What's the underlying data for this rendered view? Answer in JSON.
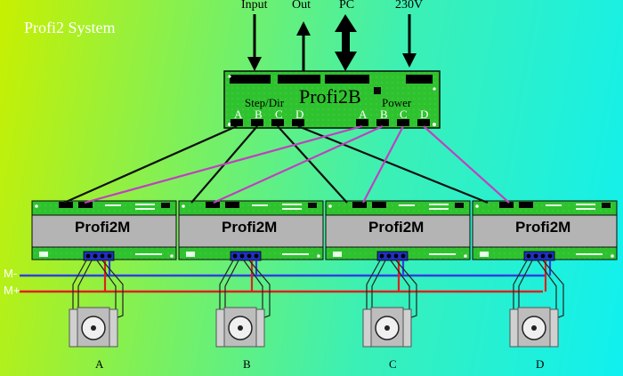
{
  "title": "Profi2 System",
  "top_labels": {
    "input": "Input",
    "out": "Out",
    "pc": "PC",
    "power_230v": "230V"
  },
  "hub": {
    "name": "Profi2B",
    "step_dir_label": "Step/Dir",
    "power_label": "Power",
    "step_dir_ports": [
      "A",
      "B",
      "C",
      "D"
    ],
    "power_ports": [
      "A",
      "B",
      "C",
      "D"
    ]
  },
  "drivers": [
    {
      "name": "Profi2M",
      "motor_label": "A"
    },
    {
      "name": "Profi2M",
      "motor_label": "B"
    },
    {
      "name": "Profi2M",
      "motor_label": "C"
    },
    {
      "name": "Profi2M",
      "motor_label": "D"
    }
  ],
  "buses": {
    "m_minus": "M-",
    "m_plus": "M+"
  },
  "colors": {
    "board_green": "#2fc22f",
    "board_gray": "#b4b4b4",
    "step_wire": "#111111",
    "power_wire": "#c040c0",
    "m_minus": "#3040e0",
    "m_plus": "#e02020",
    "label_white": "#ffffff"
  }
}
